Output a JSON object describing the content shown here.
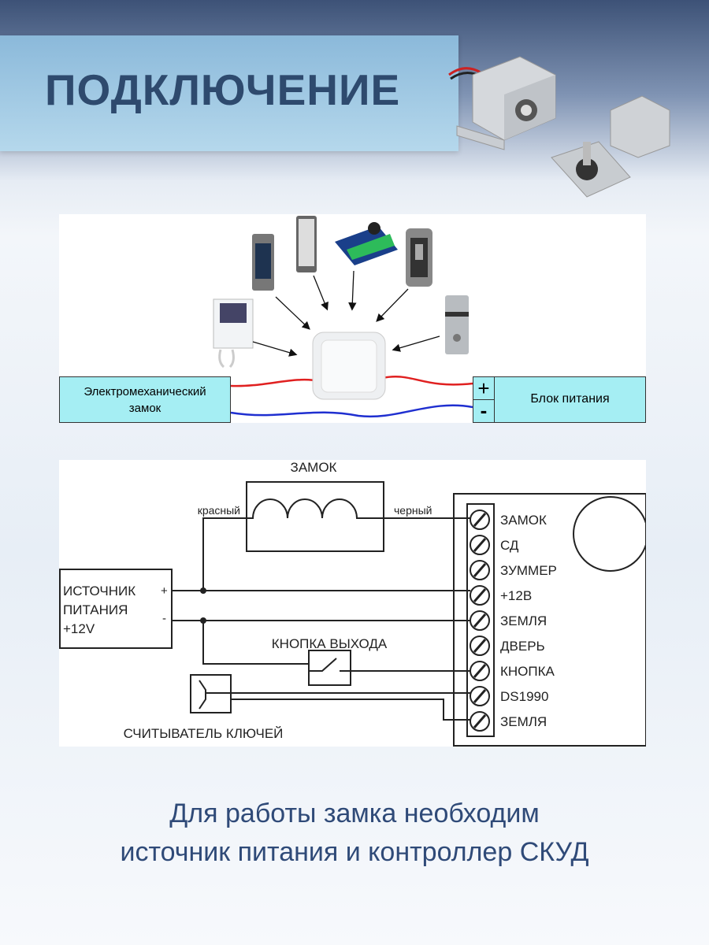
{
  "header": {
    "title": "ПОДКЛЮЧЕНИЕ"
  },
  "overview": {
    "lock_label_line1": "Электромеханический",
    "lock_label_line2": "замок",
    "psu_label": "Блок питания",
    "plus": "+",
    "minus": "-"
  },
  "schematic": {
    "lock_title": "ЗАМОК",
    "wire_red": "красный",
    "wire_black": "черный",
    "psu_line1": "ИСТОЧНИК",
    "psu_line2": "ПИТАНИЯ",
    "psu_line3": "+12V",
    "psu_plus": "+",
    "psu_minus": "-",
    "exit_button": "КНОПКА ВЫХОДА",
    "key_reader": "СЧИТЫВАТЕЛЬ КЛЮЧЕЙ",
    "terminals": [
      "ЗАМОК",
      "СД",
      "ЗУММЕР",
      "+12В",
      "ЗЕМЛЯ",
      "ДВЕРЬ",
      "КНОПКА",
      "DS1990",
      "ЗЕМЛЯ"
    ]
  },
  "caption": {
    "line1": "Для работы замка необходим",
    "line2": "источник питания и контроллер СКУД"
  },
  "colors": {
    "title": "#2e4a6e",
    "cyan_box": "#a5eef3",
    "red_wire": "#e02020",
    "blue_wire": "#1f2fd0"
  }
}
